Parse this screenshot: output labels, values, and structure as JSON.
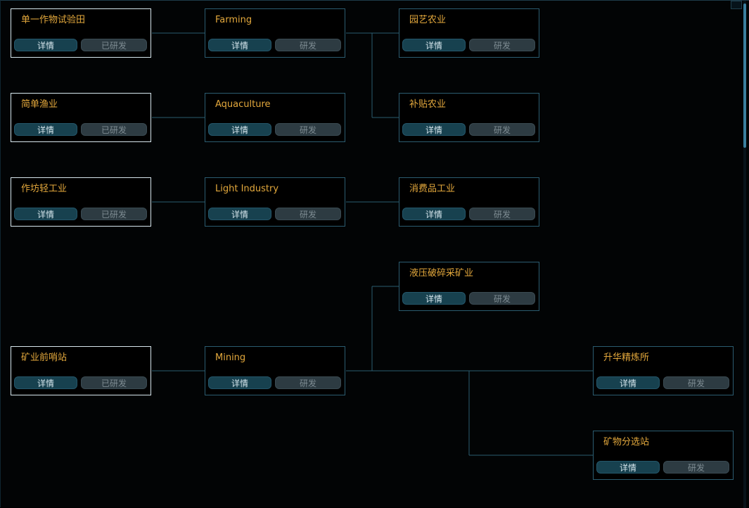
{
  "nodes": {
    "single_crop": {
      "title": "单一作物试验田",
      "detail": "详情",
      "research": "已研发",
      "state": "researched"
    },
    "farming": {
      "title": "Farming",
      "detail": "详情",
      "research": "研发",
      "state": "available"
    },
    "horticulture": {
      "title": "园艺农业",
      "detail": "详情",
      "research": "研发",
      "state": "available"
    },
    "simple_fishing": {
      "title": "简单渔业",
      "detail": "详情",
      "research": "已研发",
      "state": "researched"
    },
    "aquaculture": {
      "title": "Aquaculture",
      "detail": "详情",
      "research": "研发",
      "state": "available"
    },
    "subsidized_farming": {
      "title": "补贴农业",
      "detail": "详情",
      "research": "研发",
      "state": "available"
    },
    "workshop_light": {
      "title": "作坊轻工业",
      "detail": "详情",
      "research": "已研发",
      "state": "researched"
    },
    "light_industry": {
      "title": "Light Industry",
      "detail": "详情",
      "research": "研发",
      "state": "available"
    },
    "consumer_goods": {
      "title": "消费品工业",
      "detail": "详情",
      "research": "研发",
      "state": "available"
    },
    "hydraulic_mining": {
      "title": "液压破碎采矿业",
      "detail": "详情",
      "research": "研发",
      "state": "available"
    },
    "mining_outpost": {
      "title": "矿业前哨站",
      "detail": "详情",
      "research": "已研发",
      "state": "researched"
    },
    "mining": {
      "title": "Mining",
      "detail": "详情",
      "research": "研发",
      "state": "available"
    },
    "sublimation_refinery": {
      "title": "升华精炼所",
      "detail": "详情",
      "research": "研发",
      "state": "available"
    },
    "mineral_sorting": {
      "title": "矿物分选站",
      "detail": "详情",
      "research": "研发",
      "state": "available"
    }
  },
  "colors": {
    "title": "#e3a83c",
    "connector": "#2b5c70",
    "researched_border": "#d7e7ee",
    "detail_button": "#17414f",
    "research_button": "#2d3b42"
  }
}
